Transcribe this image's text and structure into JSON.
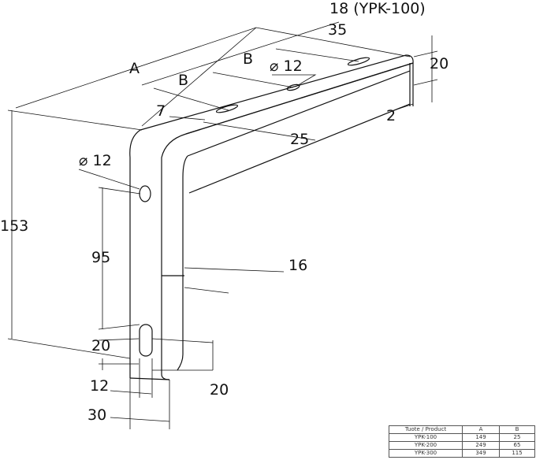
{
  "labels": {
    "thickness_note": "18 (YPK-100)",
    "width_35": "35",
    "b_upper": "B",
    "hole_top": "⌀ 12",
    "height_20_right": "20",
    "a": "A",
    "b_lower": "B",
    "slot_7": "7",
    "wall_2": "2",
    "slot_25": "25",
    "hole_side": "⌀ 12",
    "height_153": "153",
    "spacing_95": "95",
    "width_16": "16",
    "slot_20_left": "20",
    "slot_12": "12",
    "slot_20_right": "20",
    "width_30": "30"
  },
  "table": {
    "headers": [
      "Tuote / Product",
      "A",
      "B"
    ],
    "rows": [
      [
        "YPK-100",
        "149",
        "25"
      ],
      [
        "YPK-200",
        "249",
        "65"
      ],
      [
        "YPK-300",
        "349",
        "115"
      ]
    ]
  }
}
